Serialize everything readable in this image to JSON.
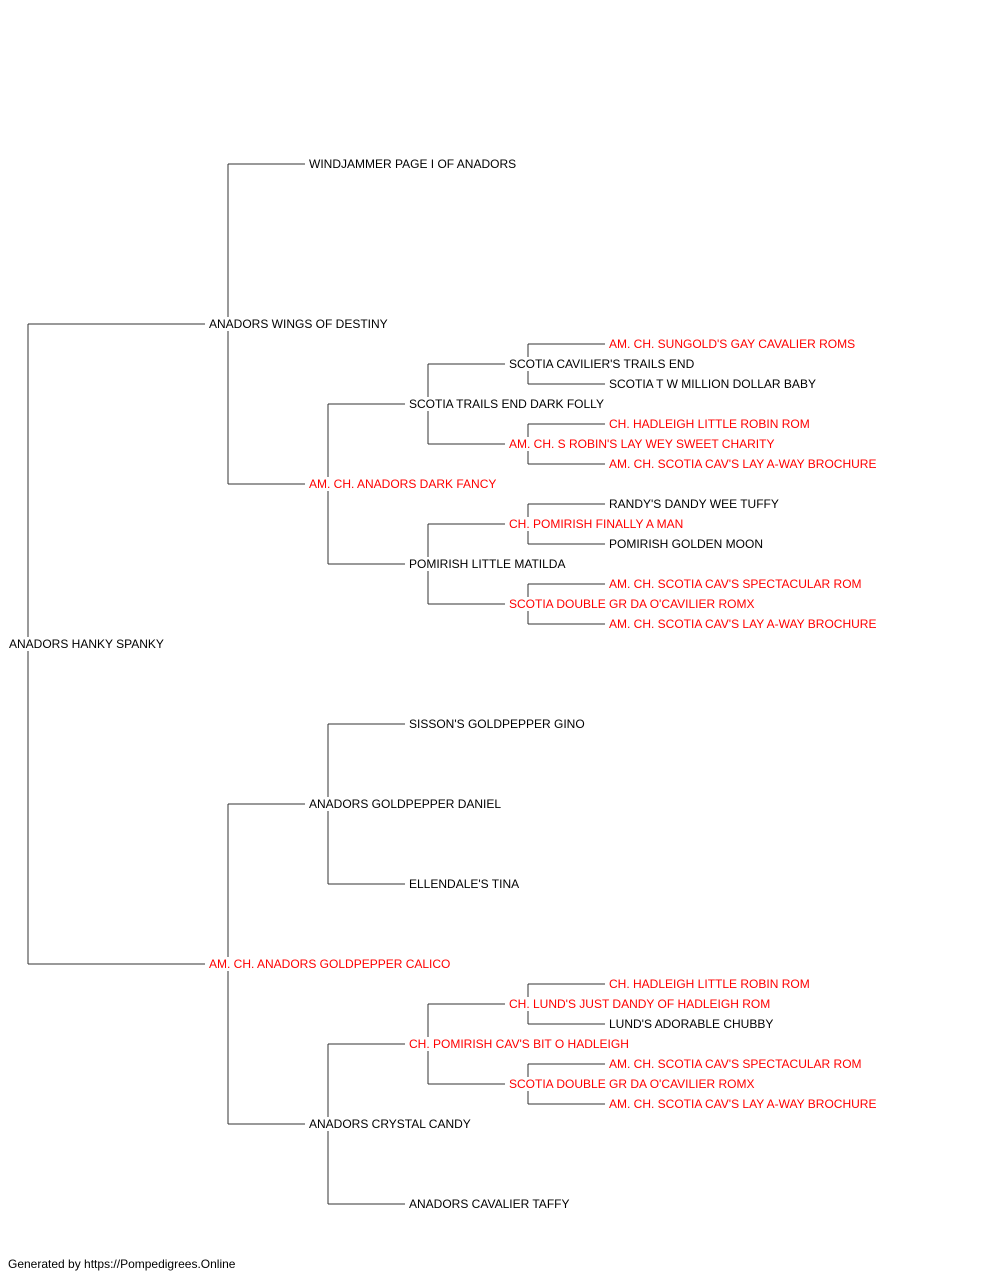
{
  "colors": {
    "champion": "#ff0000",
    "normal": "#000000",
    "line": "#333333"
  },
  "footer": "Generated by https://Pompedigrees.Online",
  "pedigree": {
    "name": "ANADORS HANKY SPANKY",
    "sire": {
      "name": "ANADORS WINGS OF DESTINY",
      "sire": {
        "name": "WINDJAMMER PAGE I OF ANADORS"
      },
      "dam": {
        "name": "AM. CH. ANADORS DARK FANCY",
        "champion": true,
        "sire": {
          "name": "SCOTIA TRAILS END DARK FOLLY",
          "sire": {
            "name": "SCOTIA CAVILIER'S TRAILS END",
            "sire": {
              "name": "AM. CH. SUNGOLD'S GAY CAVALIER ROMS",
              "champion": true
            },
            "dam": {
              "name": "SCOTIA T W MILLION DOLLAR BABY"
            }
          },
          "dam": {
            "name": "AM. CH. S ROBIN'S LAY WEY SWEET CHARITY",
            "champion": true,
            "sire": {
              "name": "CH. HADLEIGH LITTLE ROBIN ROM",
              "champion": true
            },
            "dam": {
              "name": "AM. CH. SCOTIA CAV'S LAY A-WAY BROCHURE",
              "champion": true
            }
          }
        },
        "dam": {
          "name": "POMIRISH LITTLE MATILDA",
          "sire": {
            "name": "CH. POMIRISH FINALLY A MAN",
            "champion": true,
            "sire": {
              "name": "RANDY'S DANDY WEE TUFFY"
            },
            "dam": {
              "name": "POMIRISH GOLDEN MOON"
            }
          },
          "dam": {
            "name": "SCOTIA DOUBLE GR DA O'CAVILIER ROMX",
            "champion": true,
            "sire": {
              "name": "AM. CH. SCOTIA CAV'S SPECTACULAR ROM",
              "champion": true
            },
            "dam": {
              "name": "AM. CH. SCOTIA CAV'S LAY A-WAY BROCHURE",
              "champion": true
            }
          }
        }
      }
    },
    "dam": {
      "name": "AM. CH. ANADORS GOLDPEPPER CALICO",
      "champion": true,
      "sire": {
        "name": "ANADORS GOLDPEPPER DANIEL",
        "sire": {
          "name": "SISSON'S GOLDPEPPER GINO"
        },
        "dam": {
          "name": "ELLENDALE'S TINA"
        }
      },
      "dam": {
        "name": "ANADORS CRYSTAL CANDY",
        "sire": {
          "name": "CH. POMIRISH CAV'S BIT O HADLEIGH",
          "champion": true,
          "sire": {
            "name": "CH. LUND'S JUST DANDY OF HADLEIGH ROM",
            "champion": true,
            "sire": {
              "name": "CH. HADLEIGH LITTLE ROBIN ROM",
              "champion": true
            },
            "dam": {
              "name": "LUND'S ADORABLE CHUBBY"
            }
          },
          "dam": {
            "name": "SCOTIA DOUBLE GR DA O'CAVILIER ROMX",
            "champion": true,
            "sire": {
              "name": "AM. CH. SCOTIA CAV'S SPECTACULAR ROM",
              "champion": true
            },
            "dam": {
              "name": "AM. CH. SCOTIA CAV'S LAY A-WAY BROCHURE",
              "champion": true
            }
          }
        },
        "dam": {
          "name": "ANADORS CAVALIER TAFFY"
        }
      }
    }
  }
}
